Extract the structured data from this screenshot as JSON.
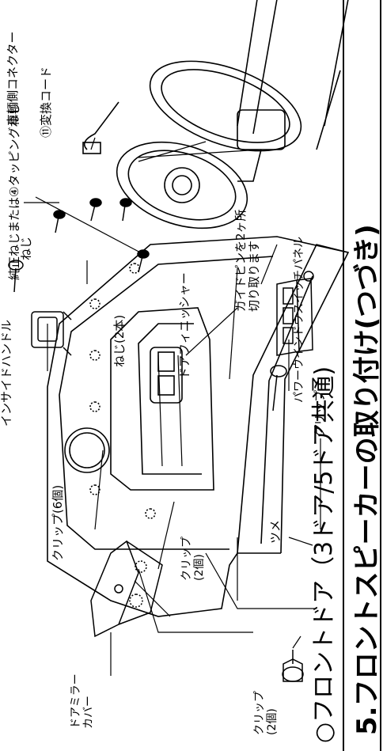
{
  "page": {
    "top_title": "5.フロントスピーカーの取り付け(つづき)",
    "section_title": "○フロントドア（3ドア/5ドア共通)"
  },
  "labels": {
    "door_mirror_cover_1": "ドアミラー",
    "door_mirror_cover_2": "カバー",
    "clip_2pcs_left_1": "クリップ",
    "clip_2pcs_left_2": "(2個)",
    "clip_2pcs_mirror_1": "クリップ",
    "clip_2pcs_mirror_2": "(2個)",
    "tsume": "ツメ",
    "clip_top": "クリップ",
    "power_window_panel": "パワーウインドウスイッチパネル",
    "clip_6pcs": "クリップ(6個)",
    "inside_handle": "インサイドハンドル",
    "door_finisher": "ドアフィニッシャー",
    "screw_2": "ねじ(2本)",
    "screw": "ねじ",
    "guide_pin_1": "ガイドピンを2ヶ所",
    "guide_pin_2": "切り取ります",
    "genuine_screw": "純正ねじまたは④タッピングねじ",
    "conversion_cord": "⑪変換コード",
    "vehicle_connector": "車輌側コネクター"
  }
}
